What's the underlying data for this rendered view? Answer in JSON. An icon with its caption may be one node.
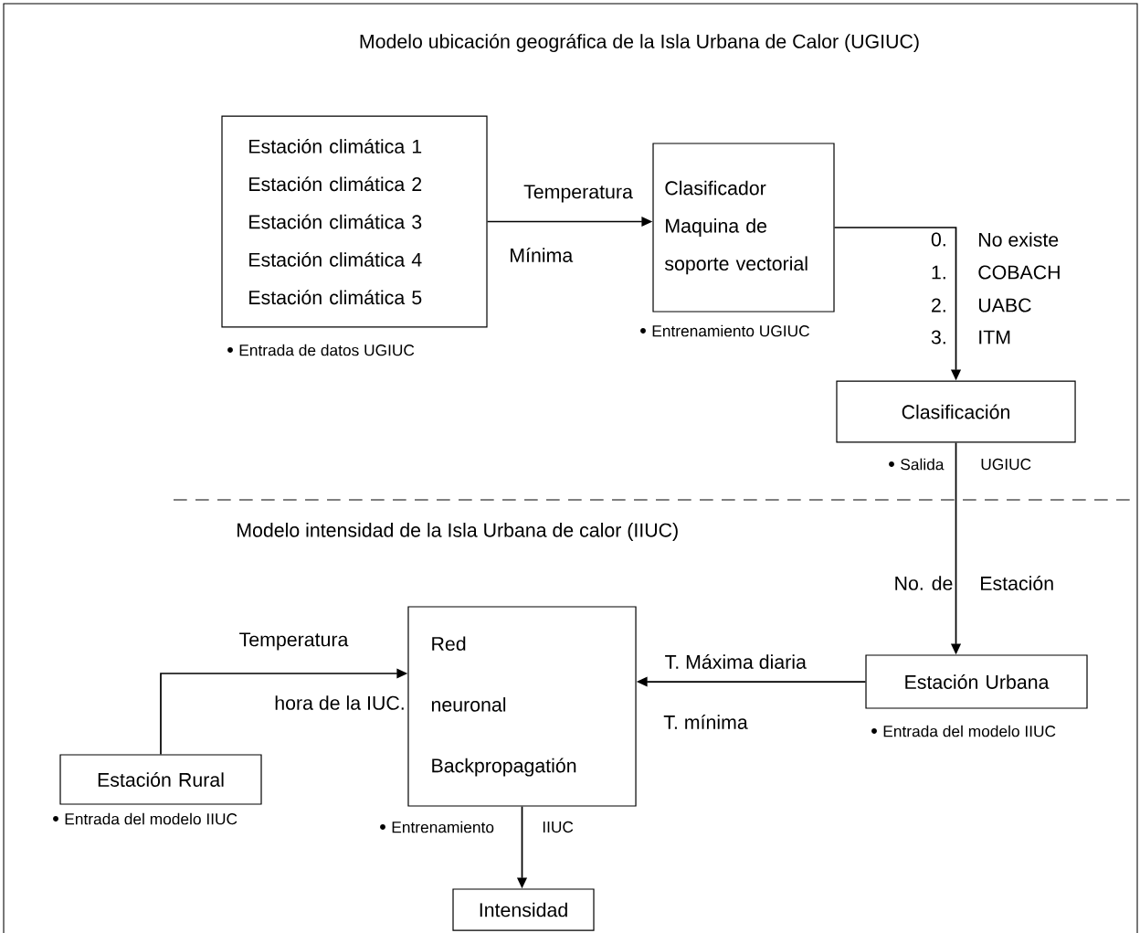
{
  "diagram": {
    "title": "Modelo ubicación geográfica de la Isla Urbana de Calor (UGIUC)",
    "nodes": [
      {
        "text": [
          "Estación climática 1",
          "Estación climática 2",
          "Estación climática 3",
          "Estación climática 4",
          "Estación climática 5"
        ],
        "beside": [
          "Entrada de datos UGIUC"
        ]
      },
      {
        "text": [
          "Clasificador Maquina de soporte vectorial"
        ],
        "beside": [
          "Entrenamiento UGIUC"
        ]
      },
      {
        "text": [
          "Clasificación"
        ],
        "beside": [
          "Salida",
          "UGIUC"
        ]
      },
      {
        "text": [
          "Estación Urbana"
        ],
        "beside": [
          "Entrada del modelo IIUC"
        ]
      },
      {
        "text": [
          "Red neuronal Backpropagatión"
        ],
        "beside": [
          "Entrenamiento",
          "IIUC"
        ]
      },
      {
        "text": [
          "Estación Rural"
        ],
        "beside": [
          "Entrada del modelo IIUC"
        ]
      },
      {
        "text": [
          "Intensidad"
        ]
      }
    ],
    "edges": [
      {
        "from": 0,
        "to": 1,
        "arrow": "to",
        "label": "Temperatura"
      },
      {
        "from": 1,
        "to": 2,
        "arrow": "to"
      },
      {
        "from": 2,
        "to": 3,
        "arrow": "to",
        "label": "No. de"
      },
      {
        "from": 3,
        "to": 4,
        "arrow": "to",
        "label": "T. Máxima diaria"
      },
      {
        "from": 5,
        "to": 4,
        "arrow": "to",
        "label": "Temperatura"
      },
      {
        "from": 4,
        "to": 6,
        "arrow": "to"
      }
    ],
    "labels": [
      "Mínima",
      "0.",
      "No existe",
      "1.",
      "COBACH",
      "2.",
      "UABC",
      "3.",
      "ITM",
      "Modelo intensidad de la Isla Urbana de calor (IIUC)",
      "Estación",
      "hora de la IUC.",
      "T. mínima"
    ]
  }
}
